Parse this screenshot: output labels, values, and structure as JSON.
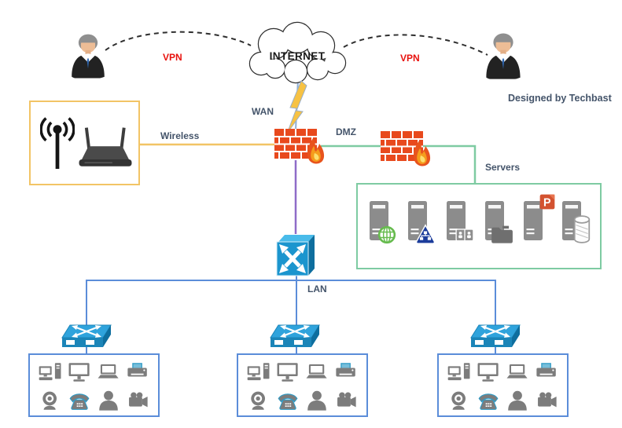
{
  "labels": {
    "internet": "INTERNET",
    "vpn_left": "VPN",
    "vpn_right": "VPN",
    "wan": "WAN",
    "dmz": "DMZ",
    "lan": "LAN",
    "wireless": "Wireless",
    "servers": "Servers",
    "credit": "Designed by Techbast"
  },
  "colors": {
    "vpn_text": "#E8110D",
    "label_text": "#44546A",
    "internet_text": "#1A1A1A",
    "wireless_border_and_link": "#F2C465",
    "dmz_link_and_servers_border": "#7ECBA2",
    "wan_bolt_yellow": "#F7C243",
    "firewall_brick_red": "#E8491D",
    "flame_orange": "#F59C1C",
    "core_link_purple": "#8F6CC8",
    "lan_link_blue": "#5B8DD9",
    "switch_blue": "#1B95CE",
    "device_gray": "#7C7C7C",
    "device_accent_blue": "#2E9BC6"
  },
  "nodes": {
    "remote_users": [
      {
        "icon": "businessman-avatar",
        "side": "left",
        "link": "VPN"
      },
      {
        "icon": "businessman-avatar",
        "side": "right",
        "link": "VPN"
      }
    ],
    "internet_cloud": {
      "icon": "cloud"
    },
    "firewalls": [
      {
        "icon": "firewall-with-flame",
        "position": "wan"
      },
      {
        "icon": "firewall-with-flame",
        "position": "dmz"
      }
    ],
    "wireless_zone": {
      "devices": [
        "antenna",
        "wireless-router"
      ]
    },
    "server_zone": {
      "devices": [
        "web-server",
        "directory-server",
        "contacts-server",
        "file-server",
        "application-server",
        "database-server"
      ]
    },
    "core_switch": {
      "icon": "layer3-switch"
    },
    "access_switches": [
      {
        "icon": "workgroup-switch"
      },
      {
        "icon": "workgroup-switch"
      },
      {
        "icon": "workgroup-switch"
      }
    ],
    "workgroups": [
      {
        "devices": [
          "desktop-computer",
          "monitor",
          "laptop",
          "printer",
          "webcam",
          "telephone",
          "user",
          "video-camera"
        ]
      },
      {
        "devices": [
          "desktop-computer",
          "monitor",
          "laptop",
          "printer",
          "webcam",
          "telephone",
          "user",
          "video-camera"
        ]
      },
      {
        "devices": [
          "desktop-computer",
          "monitor",
          "laptop",
          "printer",
          "webcam",
          "telephone",
          "user",
          "video-camera"
        ]
      }
    ]
  }
}
